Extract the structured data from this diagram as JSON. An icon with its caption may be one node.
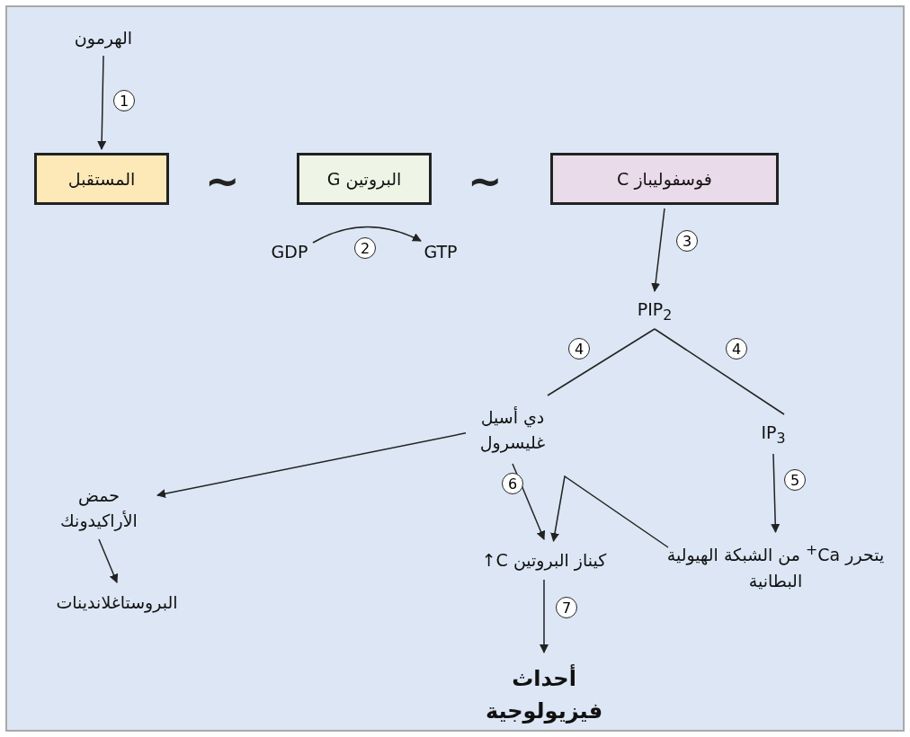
{
  "diagram": {
    "nodes": [
      {
        "text": [
          "الهرمون"
        ]
      },
      {
        "text": [
          "المستقبل"
        ]
      },
      {
        "text": [
          "البروتين G"
        ]
      },
      {
        "text": [
          "فوسفوليباز C"
        ]
      },
      {
        "text": [
          "GDP"
        ]
      },
      {
        "text": [
          "GTP"
        ]
      },
      {
        "text": [
          "PIP$_{2}$"
        ]
      },
      {
        "text": [
          "دي أسيل غليسرول"
        ]
      },
      {
        "text": [
          "IP$_{3}$"
        ]
      },
      {
        "text": [
          "حمض الأراكيدونك"
        ]
      },
      {
        "text": [
          "البروستاغلاندينات"
        ]
      },
      {
        "text": [
          "كيناز البروتين C↑"
        ]
      },
      {
        "text": [
          "يتحرر Ca$^{+}$ من الشبكة الهيولية البطانية"
        ]
      },
      {
        "text": [
          "أحداث فيزيولوجية"
        ]
      }
    ],
    "edges": [
      {
        "from": 0,
        "to": 1,
        "arrow": "to",
        "label": "1"
      },
      {
        "from": 4,
        "to": 5,
        "arrow": "to",
        "label": "2"
      },
      {
        "from": 3,
        "to": 6,
        "arrow": "to",
        "label": "3"
      },
      {
        "from": 6,
        "to": 7,
        "arrow": "none",
        "label": "4"
      },
      {
        "from": 6,
        "to": 8,
        "arrow": "none",
        "label": "4"
      },
      {
        "from": 8,
        "to": 12,
        "arrow": "to",
        "label": "5"
      },
      {
        "from": 7,
        "to": 11,
        "arrow": "to",
        "label": "6"
      },
      {
        "from": 12,
        "to": 11,
        "arrow": "to"
      },
      {
        "from": 7,
        "to": 9,
        "arrow": "to"
      },
      {
        "from": 9,
        "to": 10,
        "arrow": "to"
      },
      {
        "from": 11,
        "to": 13,
        "arrow": "to",
        "label": "7"
      }
    ],
    "labels": [
      "~",
      "~"
    ]
  }
}
